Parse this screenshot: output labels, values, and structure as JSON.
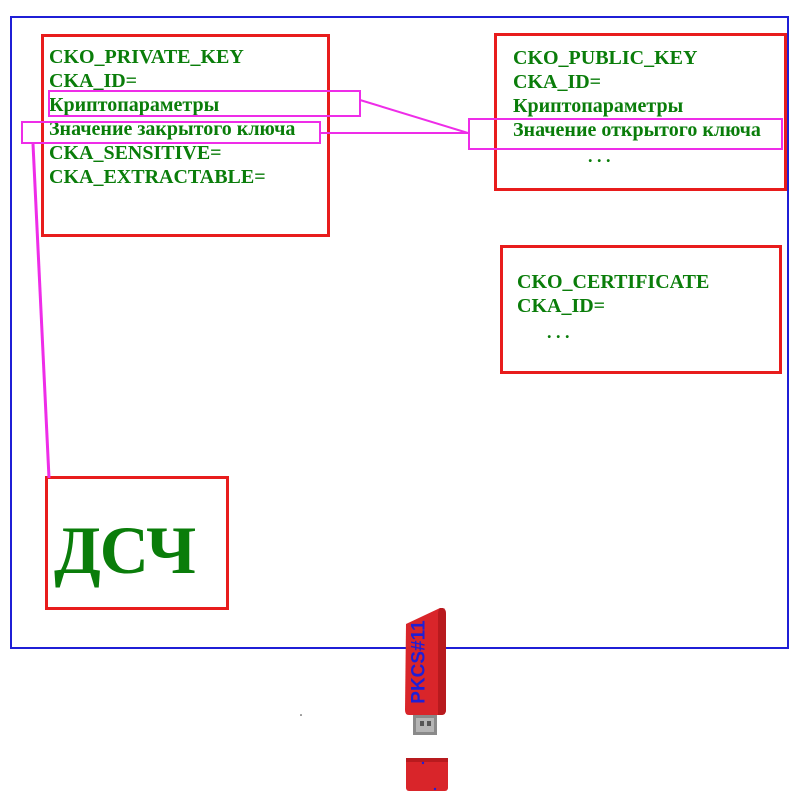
{
  "colors": {
    "frame": "#1f1fd6",
    "box_border": "#e81c1c",
    "text": "#0a7d0a",
    "highlight": "#ee2de8",
    "token_body": "#d9252a",
    "token_label": "#1f1fd6"
  },
  "private_key": {
    "class": "CKO_PRIVATE_KEY",
    "id": "CKA_ID=",
    "params": "Криптопараметры",
    "value": "Значение закрытого ключа",
    "sensitive": "CKA_SENSITIVE=",
    "extractable": "CKA_EXTRACTABLE="
  },
  "public_key": {
    "class": "CKO_PUBLIC_KEY",
    "id": "CKA_ID=",
    "params": "Криптопараметры",
    "value": "Значение открытого ключа",
    "ellipsis": ". . ."
  },
  "certificate": {
    "class": "CKO_CERTIFICATE",
    "id": "CKA_ID=",
    "ellipsis": ". . ."
  },
  "rng": {
    "label": "ДСЧ"
  },
  "token": {
    "label": "PKCS#11",
    "icon": "usb-token-icon"
  }
}
